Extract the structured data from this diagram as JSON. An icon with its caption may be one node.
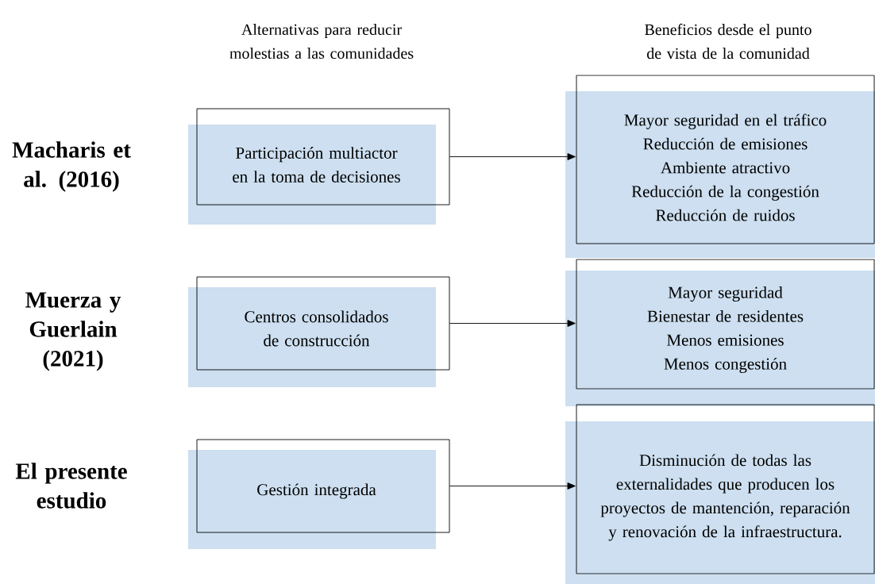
{
  "diagram": {
    "nodes": [
      {
        "text": [
          "Participación multiactor en la toma de decisiones"
        ]
      },
      {
        "text": [
          "Mayor seguridad en el tráfico",
          "Reducción de emisiones",
          "Ambiente atractivo",
          "Reducción de la congestión",
          "Reducción de ruidos"
        ]
      },
      {
        "text": [
          "Centros consolidados de construcción"
        ]
      },
      {
        "text": [
          "Mayor seguridad",
          "Bienestar de residentes",
          "Menos emisiones",
          "Menos congestión"
        ]
      },
      {
        "text": [
          "Gestión integrada"
        ]
      },
      {
        "text": [
          "Disminución de todas las externalidades que producen los proyectos de mantención, reparación y renovación de la infraestructura."
        ]
      }
    ],
    "edges": [
      {
        "from": 0,
        "to": 1,
        "arrow": "to"
      },
      {
        "from": 2,
        "to": 3,
        "arrow": "to"
      },
      {
        "from": 4,
        "to": 5,
        "arrow": "to"
      }
    ],
    "labels": [
      "Alternativas para reducir molestias a las comunidades",
      "Beneficios desde el punto de vista de la comunidad",
      "Macharis et al. (2016)",
      "Muerza y Guerlain (2021)",
      "El presente estudio"
    ]
  }
}
